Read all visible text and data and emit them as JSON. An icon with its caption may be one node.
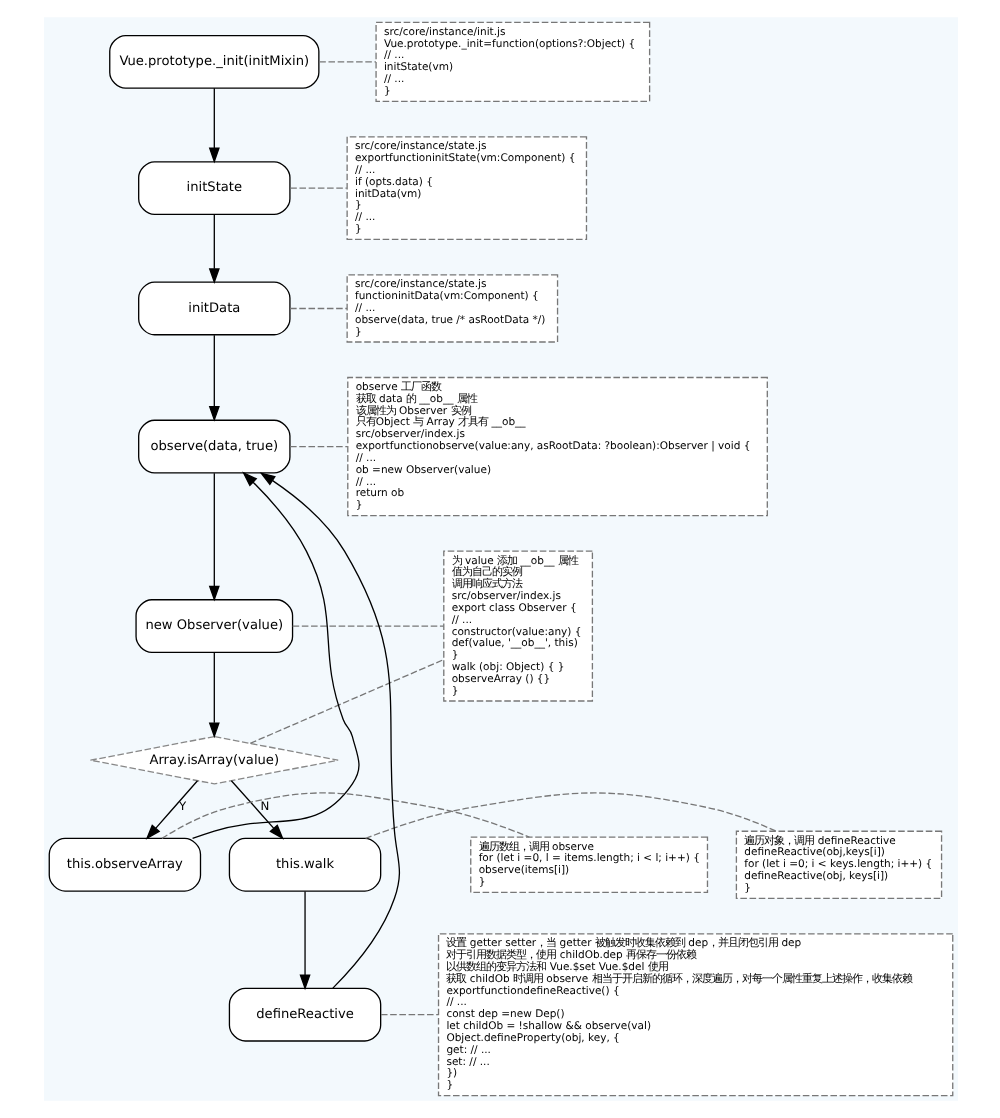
{
  "diagram": {
    "nodes": [
      {
        "text": [
          "Vue.prototype._init(initMixin)"
        ]
      },
      {
        "text": [
          "src/core/instance/init.js",
          "Vue.prototype._init=function(options?:Object) {",
          "// ...",
          "initState(vm)",
          "// ...",
          "}"
        ]
      },
      {
        "text": [
          "initState"
        ]
      },
      {
        "text": [
          "src/core/instance/state.js",
          "exportfunctioninitState(vm:Component) {",
          "// ...",
          "if (opts.data) {",
          "initData(vm)",
          "}",
          "// ...",
          "}"
        ]
      },
      {
        "text": [
          "initData"
        ]
      },
      {
        "text": [
          "src/core/instance/state.js",
          "functioninitData(vm:Component) {",
          "// ...",
          "observe(data, true /* asRootData */)",
          "}"
        ]
      },
      {
        "text": [
          "observe(data, true)"
        ]
      },
      {
        "text": [
          "observe 工厂函数",
          "获取 data 的 __ob__ 属性",
          "该属性为 Observer 实例",
          "只有Object 与 Array 才具有 __ob__",
          "src/observer/index.js",
          "exportfunctionobserve(value:any, asRootData: ?boolean):Observer | void {",
          "// ...",
          "ob =new Observer(value)",
          "// ...",
          "return ob",
          "}"
        ]
      },
      {
        "text": [
          "new Observer(value)"
        ]
      },
      {
        "text": [
          "为 value 添加 __ob__ 属性",
          "值为自己的实例",
          "调用响应式方法",
          "src/observer/index.js",
          "export class Observer {",
          "// ...",
          "constructor(value:any) {",
          "def(value, '__ob__', this)",
          "}",
          "walk (obj: Object) { }",
          "observeArray () {}",
          "}"
        ]
      },
      {
        "text": [
          "Array.isArray(value)"
        ]
      },
      {
        "text": [
          "this.observeArray"
        ]
      },
      {
        "text": [
          "this.walk"
        ]
      },
      {
        "text": [
          "遍历对象，调用 defineReactive",
          "defineReactive(obj,keys[i])",
          "for (let i =0; i < keys.length; i++) {",
          "defineReactive(obj, keys[i])",
          "}"
        ]
      },
      {
        "text": [
          "defineReactive"
        ]
      },
      {
        "text": [
          "设置 getter setter，当 getter 被触发时收集依赖到 dep，并且闭包引用 dep",
          "对于引用数据类型，使用 childOb.dep 再保存一份依赖",
          "以供数组的变异方法和 Vue.$set Vue.$del 使用",
          "获取 childOb 时调用 observe 相当于开启新的循环，深度遍历，对每一个属性重复上述操作，收集依赖",
          "exportfunctiondefineReactive() {",
          "// ...",
          "const dep =new Dep()",
          "let childOb = !shallow && observe(val)",
          "Object.defineProperty(obj, key, {",
          "get: // ...",
          "set: // ...",
          "})",
          "}"
        ]
      },
      {
        "text": [
          "遍历数组，调用 observe",
          "for (let i =0, l = items.length; i < l; i++) {",
          "observe(items[i])",
          "}"
        ]
      }
    ],
    "edges": [
      {
        "from": 0,
        "to": 2,
        "arrow": "to"
      },
      {
        "from": 2,
        "to": 4,
        "arrow": "to"
      },
      {
        "from": 4,
        "to": 6,
        "arrow": "to"
      },
      {
        "from": 6,
        "to": 8,
        "arrow": "to"
      },
      {
        "from": 8,
        "to": 10,
        "arrow": "to"
      },
      {
        "from": 10,
        "to": 11,
        "arrow": "to",
        "label": "Y"
      },
      {
        "from": 10,
        "to": 12,
        "arrow": "to",
        "label": "N"
      },
      {
        "from": 12,
        "to": 14,
        "arrow": "to"
      },
      {
        "from": 11,
        "to": 6,
        "arrow": "to"
      },
      {
        "from": 14,
        "to": 6,
        "arrow": "to"
      },
      {
        "from": 0,
        "to": 1,
        "arrow": "none",
        "style": "dashed",
        "color": "#777777"
      },
      {
        "from": 2,
        "to": 3,
        "arrow": "none",
        "style": "dashed",
        "color": "#777777"
      },
      {
        "from": 4,
        "to": 5,
        "arrow": "none",
        "style": "dashed",
        "color": "#777777"
      },
      {
        "from": 6,
        "to": 7,
        "arrow": "none",
        "style": "dashed",
        "color": "#777777"
      },
      {
        "from": 8,
        "to": 9,
        "arrow": "none",
        "style": "dashed",
        "color": "#777777"
      },
      {
        "from": 10,
        "to": 9,
        "arrow": "none",
        "style": "dashed",
        "color": "#777777"
      },
      {
        "from": 12,
        "to": 13,
        "arrow": "none",
        "style": "dashed",
        "color": "#777777"
      },
      {
        "from": 14,
        "to": 15,
        "arrow": "none",
        "style": "dashed",
        "color": "#777777"
      },
      {
        "from": 11,
        "to": 16,
        "arrow": "none",
        "style": "dashed",
        "color": "#777777"
      }
    ]
  }
}
